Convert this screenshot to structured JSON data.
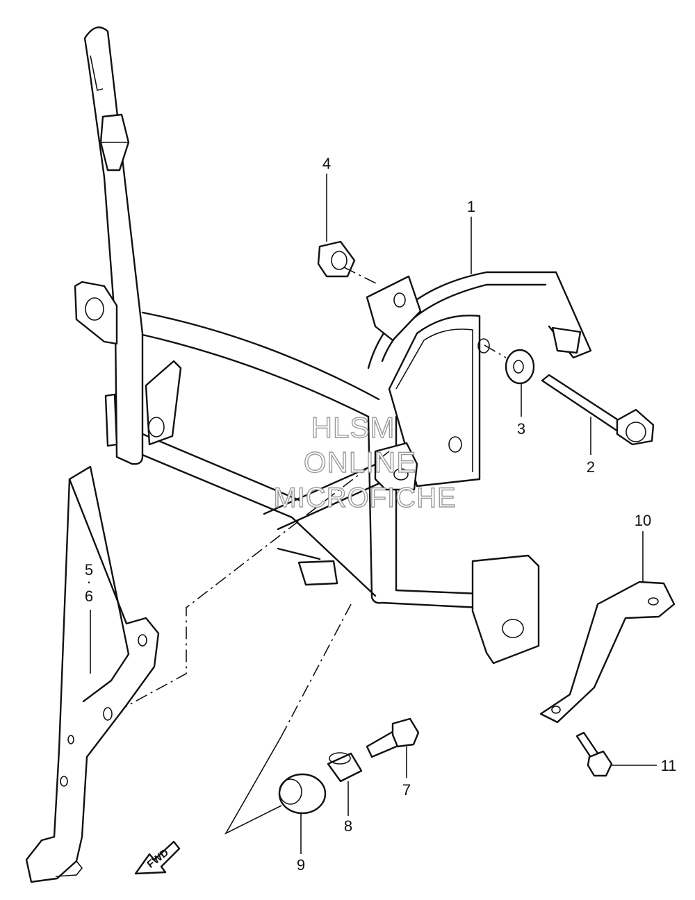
{
  "callouts": [
    {
      "id": "1",
      "label": "1"
    },
    {
      "id": "2",
      "label": "2"
    },
    {
      "id": "3",
      "label": "3"
    },
    {
      "id": "4",
      "label": "4"
    },
    {
      "id": "5",
      "label": "5"
    },
    {
      "id": "dot",
      "label": "·"
    },
    {
      "id": "6",
      "label": "6"
    },
    {
      "id": "7",
      "label": "7"
    },
    {
      "id": "8",
      "label": "8"
    },
    {
      "id": "9",
      "label": "9"
    },
    {
      "id": "10",
      "label": "10"
    },
    {
      "id": "11",
      "label": "11"
    }
  ],
  "watermark": {
    "line1": "HLSM",
    "line2": "ONLINE",
    "line3": "MICROFICHE"
  },
  "fwd_label": "FWD"
}
